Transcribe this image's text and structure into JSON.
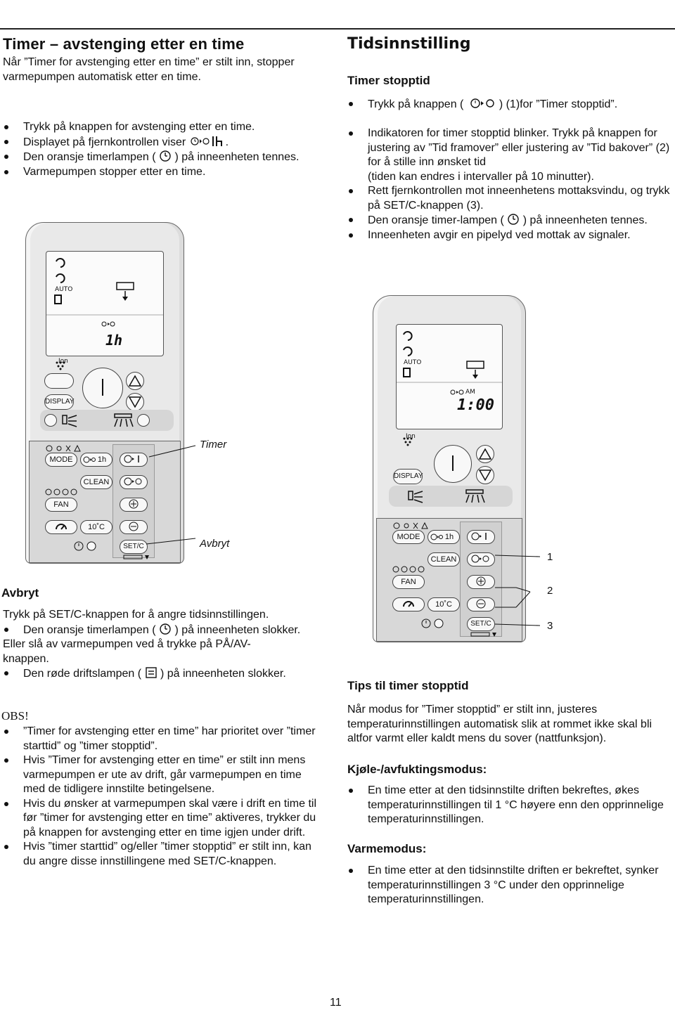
{
  "left": {
    "title": "Timer – avstenging etter en time",
    "intro": "Når ”Timer for avstenging etter en time” er stilt inn, stopper varmepumpen automatisk etter en time.",
    "bullets": {
      "b1": "Trykk på knappen for avstenging etter en time.",
      "b2_pre": "Displayet på fjernkontrollen viser",
      "b2_post": ".",
      "b3_pre": "Den oransje timerlampen (",
      "b3_post": ") på inneenheten tennes.",
      "b4": "Varmepumpen stopper etter en time."
    },
    "remote": {
      "lcd_auto": "AUTO",
      "lcd_value": "1h",
      "ion": "Ion",
      "display": "DISPLAY",
      "mode": "MODE",
      "one_h": "1h",
      "clean": "CLEAN",
      "fan": "FAN",
      "temp": "10˚C",
      "setc": "SET/C"
    },
    "callouts": {
      "timer": "Timer",
      "avbryt": "Avbryt"
    },
    "cancel": {
      "heading": "Avbryt",
      "p1": "Trykk på SET/C-knappen for å angre tidsinnstillingen.",
      "b1_pre": "Den oransje timerlampen (",
      "b1_post": ") på inneenheten slokker.",
      "p2": "Eller slå av varmepumpen ved å trykke på PÅ/AV-knappen.",
      "b2_pre": "Den røde driftslampen (",
      "b2_post": ") på inneenheten slokker."
    },
    "obs": {
      "heading": "OBS!",
      "b1": "”Timer for avstenging etter en time” har prioritet over ”timer starttid” og ”timer stopptid”.",
      "b2": "Hvis ”Timer for avstenging etter en time” er stilt inn mens varmepumpen er ute av drift, går varmepumpen en time med de tidligere innstilte betingelsene.",
      "b3": "Hvis du ønsker at varmepumpen skal være i drift en time til før ”timer for avstenging etter en time” aktiveres, trykker du på knappen for avstenging etter en time igjen under drift.",
      "b4": "Hvis ”timer starttid” og/eller ”timer stopptid” er stilt inn, kan du angre disse innstillingene med SET/C-knappen."
    }
  },
  "right": {
    "title": "Tidsinnstilling",
    "sub": "Timer stopptid",
    "b1_pre": "Trykk på knappen (",
    "b1_post": ") (1)for ”Timer stopptid”.",
    "b2": "Indikatoren for timer stopptid blinker. Trykk på knappen for justering av ”Tid framover” eller justering av ”Tid bakover” (2) for å stille inn ønsket tid",
    "b2_note": "(tiden kan endres i intervaller på 10 minutter).",
    "b3": "Rett fjernkontrollen mot inneenhetens mottaksvindu, og trykk på SET/C-knappen (3).",
    "b4_pre": "Den oransje timer-lampen (",
    "b4_post": ") på inneenheten tennes.",
    "b5": "Inneenheten avgir en pipelyd ved mottak av signaler.",
    "remote": {
      "lcd_auto": "AUTO",
      "lcd_am": "AM",
      "lcd_value": "1:00",
      "ion": "Ion",
      "display": "DISPLAY",
      "mode": "MODE",
      "one_h": "1h",
      "clean": "CLEAN",
      "fan": "FAN",
      "temp": "10˚C",
      "setc": "SET/C"
    },
    "callouts": {
      "n1": "1",
      "n2": "2",
      "n3": "3"
    },
    "tips": {
      "title": "Tips til timer stopptid",
      "p1": "Når modus for ”Timer stopptid” er stilt inn, justeres temperaturinnstillingen automatisk slik at rommet ikke skal bli altfor varmt eller kaldt mens du sover (nattfunksjon).",
      "cool_heading": "Kjøle-/avfuktingsmodus:",
      "cool_b": "En time etter at den tidsinnstilte driften bekreftes, økes temperaturinnstillingen til 1 °C høyere enn den opprinnelige temperaturinnstillingen.",
      "heat_heading": "Varmemodus:",
      "heat_b": "En time etter at den tidsinnstilte driften er bekreftet, synker temperaturinnstillingen 3 °C under den opprinnelige temperaturinnstillingen."
    }
  },
  "page_number": "11"
}
